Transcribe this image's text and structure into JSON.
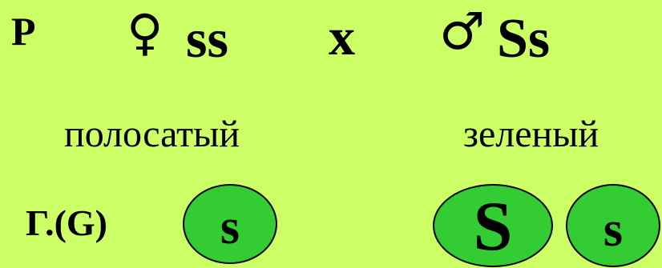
{
  "colors": {
    "background": "#ccff66",
    "gamete_fill": "#33cc33",
    "gamete_border": "#000000",
    "text": "#000000"
  },
  "cross": {
    "parents_label": "P",
    "female_symbol": "♀",
    "female_genotype": "ss",
    "cross_sign": "x",
    "male_symbol": "♂",
    "male_genotype": "Ss"
  },
  "phenotypes": {
    "female": "полосатый",
    "male": "зеленый"
  },
  "gametes": {
    "label": "Г.(G)",
    "female": [
      "s"
    ],
    "male": [
      "S",
      "s"
    ]
  }
}
